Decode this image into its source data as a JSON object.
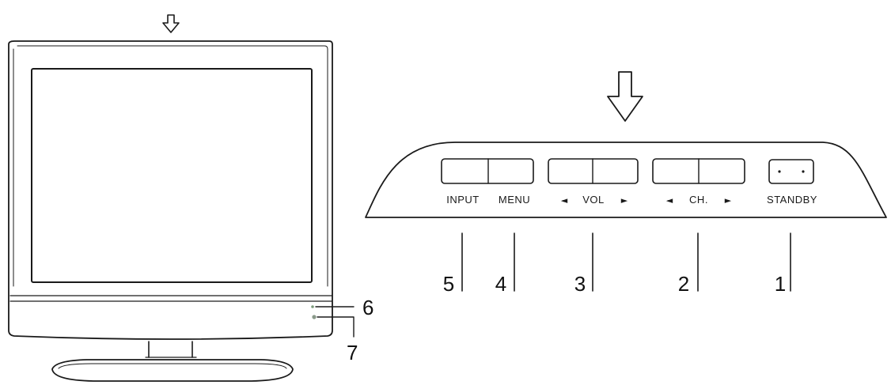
{
  "panel": {
    "input_label": "INPUT",
    "menu_label": "MENU",
    "vol_label": "VOL",
    "vol_left_arrow": "◄",
    "vol_right_arrow": "►",
    "ch_label": "CH.",
    "ch_left_arrow": "◄",
    "ch_right_arrow": "►",
    "standby_label": "STANDBY"
  },
  "callouts": {
    "n1": "1",
    "n2": "2",
    "n3": "3",
    "n4": "4",
    "n5": "5",
    "n6": "6",
    "n7": "7"
  }
}
